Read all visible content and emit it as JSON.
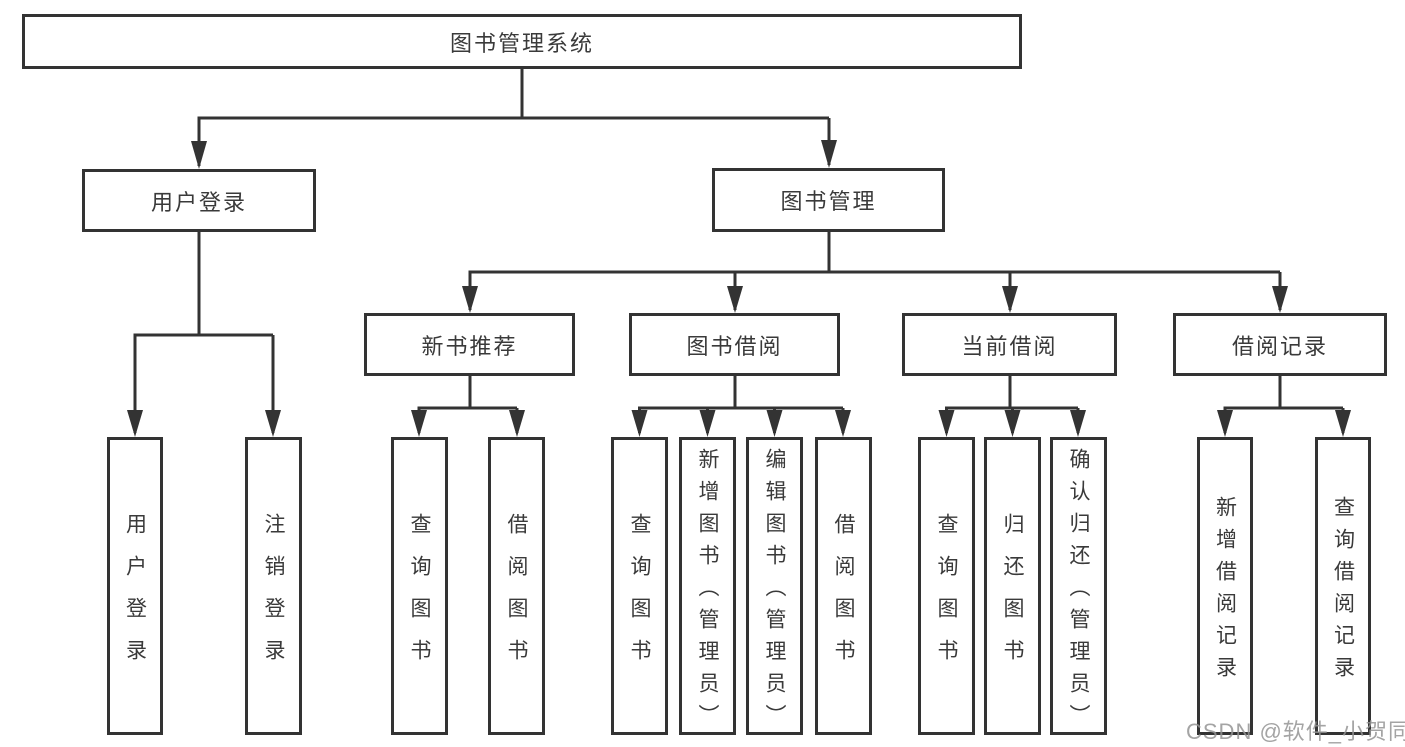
{
  "diagram_title": "图书管理系统",
  "tree": {
    "label": "图书管理系统",
    "children": [
      {
        "label": "用户登录",
        "children": [
          {
            "label": "用户登录"
          },
          {
            "label": "注销登录"
          }
        ]
      },
      {
        "label": "图书管理",
        "children": [
          {
            "label": "新书推荐",
            "children": [
              {
                "label": "查询图书"
              },
              {
                "label": "借阅图书"
              }
            ]
          },
          {
            "label": "图书借阅",
            "children": [
              {
                "label": "查询图书"
              },
              {
                "label": "新增图书（管理员）"
              },
              {
                "label": "编辑图书（管理员）"
              },
              {
                "label": "借阅图书"
              }
            ]
          },
          {
            "label": "当前借阅",
            "children": [
              {
                "label": "查询图书"
              },
              {
                "label": "归还图书"
              },
              {
                "label": "确认归还（管理员）"
              }
            ]
          },
          {
            "label": "借阅记录",
            "children": [
              {
                "label": "新增借阅记录"
              },
              {
                "label": "查询借阅记录"
              }
            ]
          }
        ]
      }
    ]
  },
  "watermark": {
    "text": "CSDN @软件_小贺同学"
  },
  "colors": {
    "line": "#333333",
    "box_border": "#333333",
    "text": "#3a3a3a",
    "watermark": "#949494",
    "background": "#ffffff"
  }
}
